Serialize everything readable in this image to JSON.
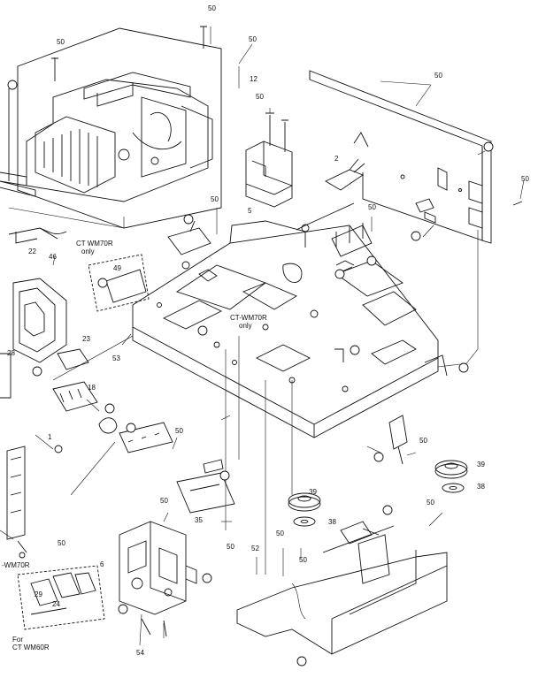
{
  "labels": {
    "n50_top": "50",
    "n50_tl": "50",
    "n50_tr": "50",
    "n12": "12",
    "n50_mid": "50",
    "n50_tri": "50",
    "n2": "2",
    "n5": "5",
    "n50_c1": "50",
    "n50_rt": "50",
    "n50_fr": "50",
    "n22": "22",
    "n46": "46",
    "n49": "49",
    "n23": "23",
    "n53": "53",
    "n18": "18",
    "n1": "1",
    "n50_l": "50",
    "n50_b1": "50",
    "n50_b2": "50",
    "n50_b3": "50",
    "n50_b4": "50",
    "n50_b5": "50",
    "n50_b6": "50",
    "n39_a": "39",
    "n39_b": "39",
    "n38_a": "38",
    "n38_b": "38",
    "n35": "35",
    "n52": "52",
    "n6": "6",
    "n29": "29",
    "n24": "24",
    "n54": "54",
    "n28": "28"
  },
  "notes": {
    "wm70r_top_1": "CT WM70R",
    "wm70r_top_2": "only",
    "wm70r_mid_1": "CT-WM70R",
    "wm70r_mid_2": "only",
    "wm70r_left": "-WM70R",
    "wm60r_1": "For",
    "wm60r_2": "CT WM60R"
  }
}
